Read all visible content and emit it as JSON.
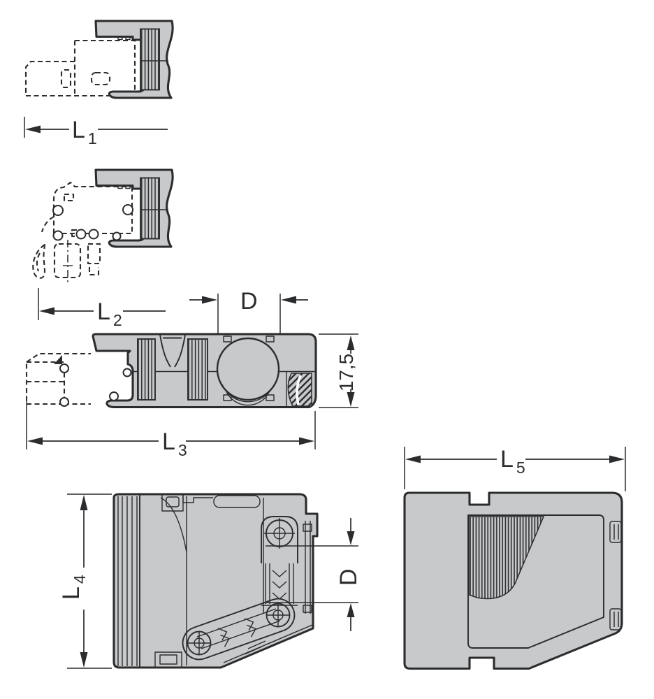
{
  "dimensions": {
    "l1": {
      "base": "L",
      "sub": "1"
    },
    "l2": {
      "base": "L",
      "sub": "2"
    },
    "l3": {
      "base": "L",
      "sub": "3"
    },
    "l4": {
      "base": "L",
      "sub": "4"
    },
    "l5": {
      "base": "L",
      "sub": "5"
    },
    "d_top": {
      "label": "D"
    },
    "d_side": {
      "label": "D"
    },
    "height_17_5": {
      "value": "17,5"
    }
  },
  "colors": {
    "body_fill": "#c8c9ca",
    "outline": "#2b2c2e",
    "background": "#ffffff"
  }
}
